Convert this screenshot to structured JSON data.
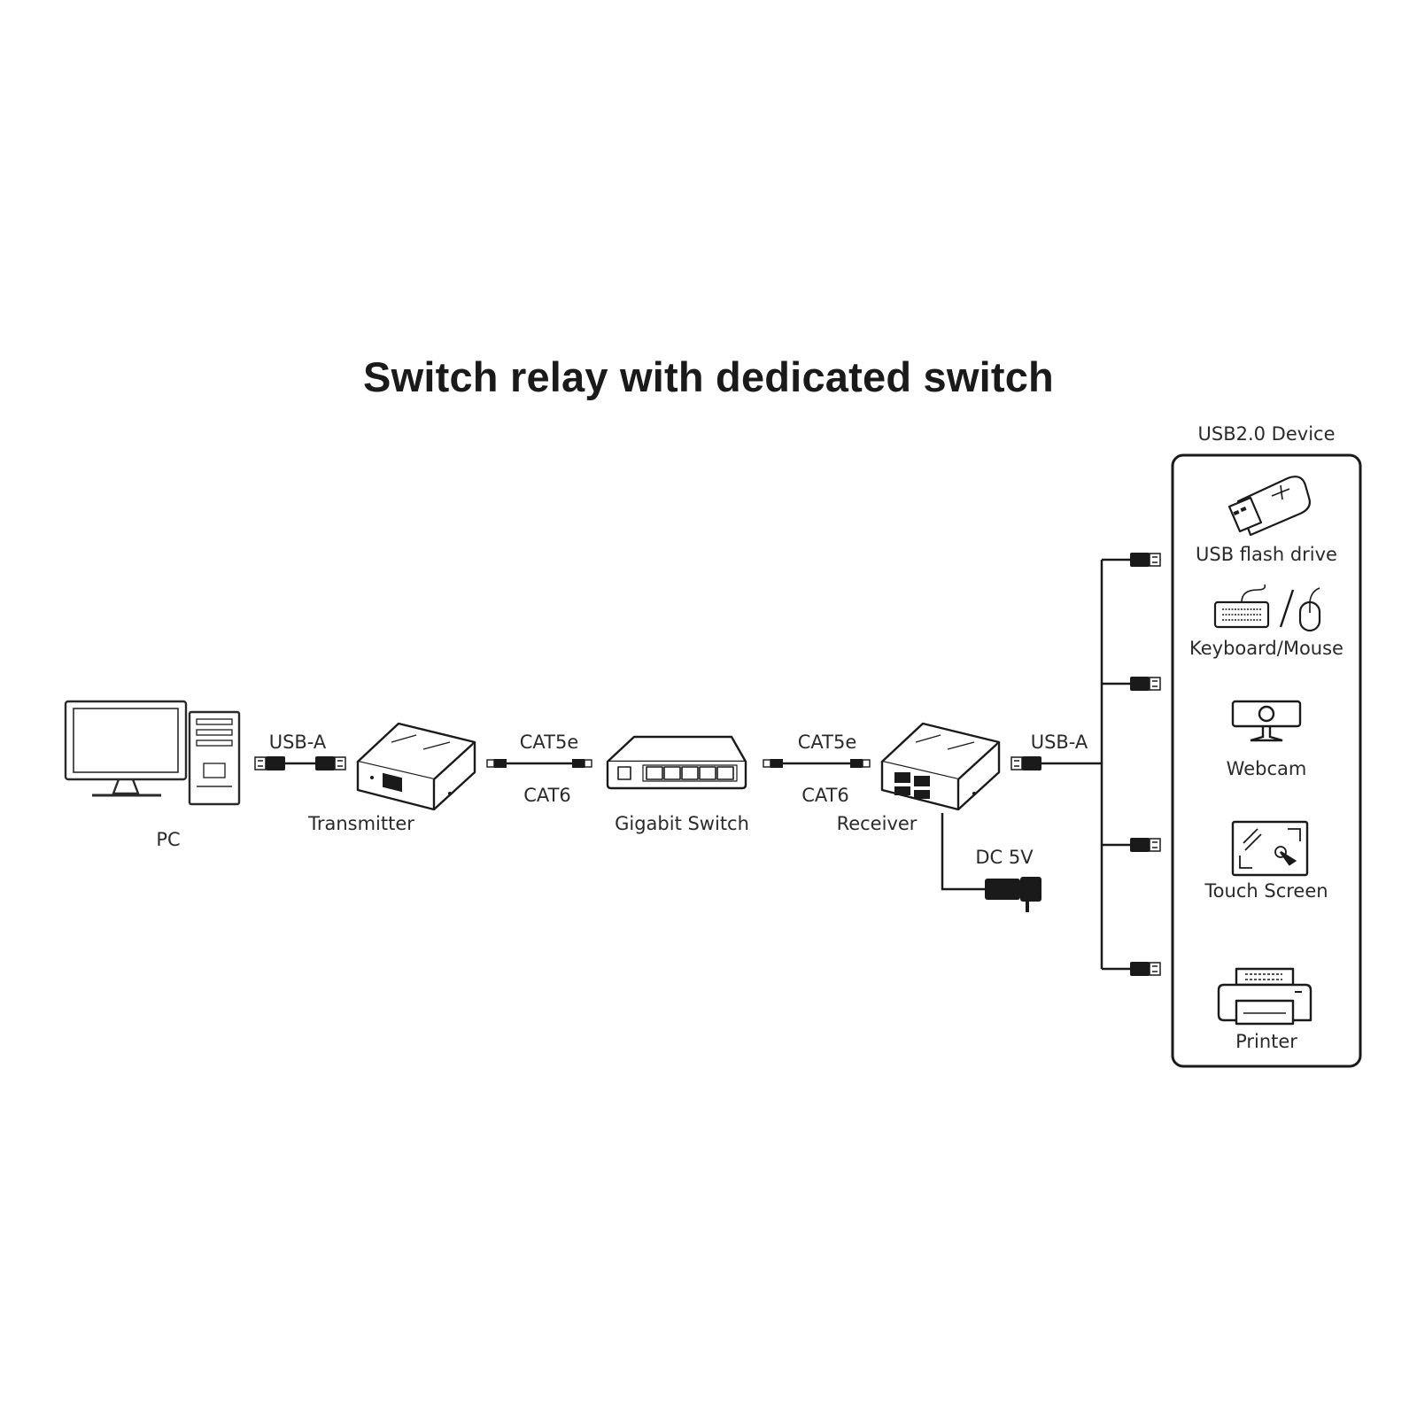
{
  "title": "Switch relay with dedicated switch",
  "nodes": {
    "pc": "PC",
    "transmitter": "Transmitter",
    "switch": "Gigabit Switch",
    "receiver": "Receiver",
    "power": "DC 5V"
  },
  "cables": {
    "usb_left": "USB-A",
    "cat5e_left": "CAT5e",
    "cat6_left": "CAT6",
    "cat5e_right": "CAT5e",
    "cat6_right": "CAT6",
    "usb_right": "USB-A"
  },
  "devices": {
    "group_title": "USB2.0 Device",
    "items": [
      {
        "label": "USB flash drive",
        "icon": "usb-flash-drive-icon"
      },
      {
        "label": "Keyboard/Mouse",
        "icon": "keyboard-mouse-icon"
      },
      {
        "label": "Webcam",
        "icon": "webcam-icon"
      },
      {
        "label": "Touch Screen",
        "icon": "touch-screen-icon"
      },
      {
        "label": "Printer",
        "icon": "printer-icon"
      }
    ]
  }
}
